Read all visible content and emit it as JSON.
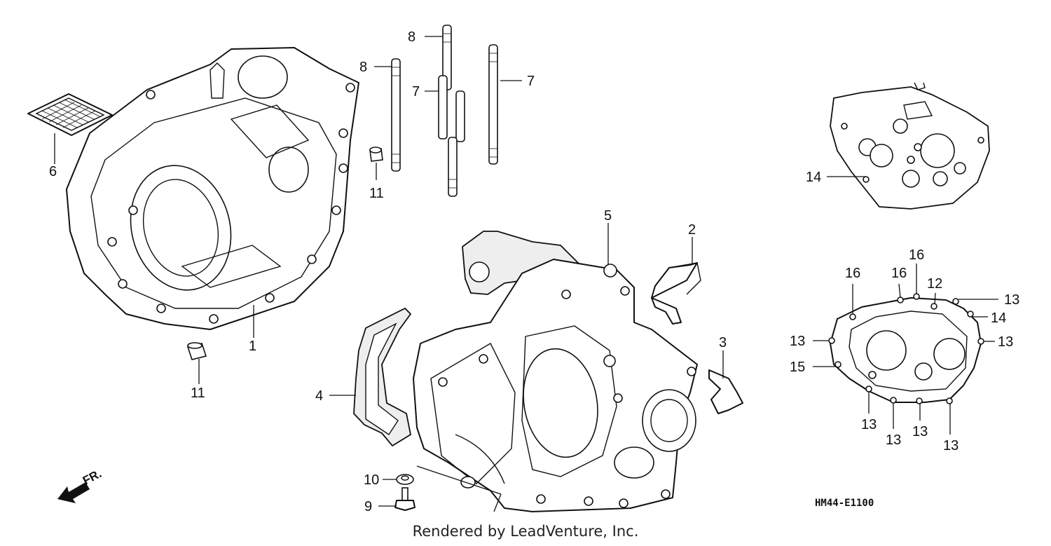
{
  "diagram": {
    "callouts": {
      "c1": "1",
      "c2": "2",
      "c3": "3",
      "c4": "4",
      "c5": "5",
      "c6": "6",
      "c7a": "7",
      "c7b": "7",
      "c8a": "8",
      "c8b": "8",
      "c9": "9",
      "c10": "10",
      "c11a": "11",
      "c11b": "11",
      "c12": "12",
      "c13a": "13",
      "c13b": "13",
      "c13c": "13",
      "c13d": "13",
      "c13e": "13",
      "c13f": "13",
      "c13g": "13",
      "c14a": "14",
      "c14b": "14",
      "c15": "15",
      "c16a": "16",
      "c16b": "16",
      "c16c": "16"
    },
    "front_marker": "FR.",
    "diagram_code": "HM44-E1100",
    "credit": "Rendered by LeadVenture, Inc."
  }
}
